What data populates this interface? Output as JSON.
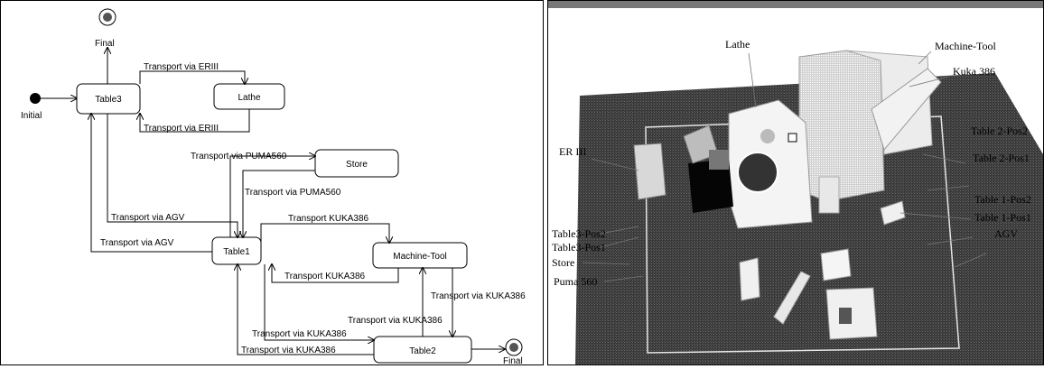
{
  "statechart": {
    "states": {
      "initial": "Initial",
      "final_top": "Final",
      "final_bottom": "Final",
      "table3": "Table3",
      "lathe": "Lathe",
      "store": "Store",
      "table1": "Table1",
      "machine_tool": "Machine-Tool",
      "table2": "Table2"
    },
    "transitions": {
      "t3_to_lathe": "Transport via ERIII",
      "lathe_to_t3": "Transport via ERIII",
      "t1_to_store": "Transport via PUMA560",
      "store_to_t1": "Transport via PUMA560",
      "t3_to_t1": "Transport via AGV",
      "t1_to_t3": "Transport via AGV",
      "t1_to_mt": "Transport KUKA386",
      "mt_to_t1": "Transport KUKA386",
      "mt_to_t2": "Transport via KUKA386",
      "t2_to_mt": "Transport via KUKA386",
      "t1_to_t2": "Transport via KUKA386",
      "t2_to_t1": "Transport via KUKA386"
    }
  },
  "scene": {
    "labels": {
      "lathe": "Lathe",
      "machine_tool": "Machine-Tool",
      "kuka": "Kuka 386",
      "er3": "ER III",
      "table2_pos2": "Table 2-Pos2",
      "table2_pos1": "Table 2-Pos1",
      "table1_pos2": "Table 1-Pos2",
      "table1_pos1": "Table 1-Pos1",
      "agv": "AGV",
      "table3_pos2": "Table3-Pos2",
      "table3_pos1": "Table3-Pos1",
      "store": "Store",
      "puma": "Puma 560"
    }
  }
}
